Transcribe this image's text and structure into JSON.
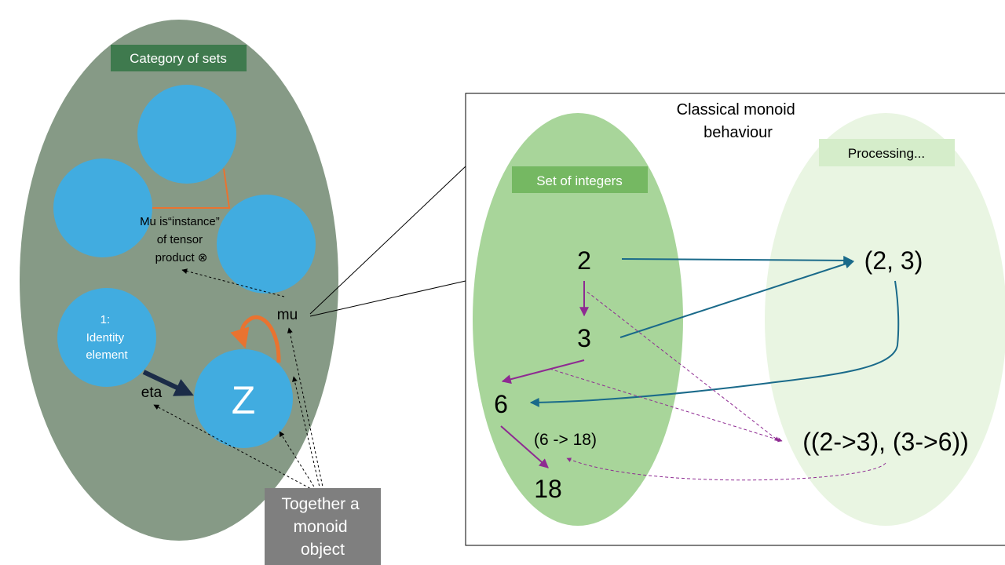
{
  "left_panel": {
    "category_label": "Category of sets",
    "mu_note": [
      "Mu is“instance”",
      "of tensor",
      "product ⊗"
    ],
    "identity_circle": [
      "1:",
      "Identity",
      "element"
    ],
    "z_label": "Z",
    "mu_label": "mu",
    "eta_label": "eta",
    "together_box": [
      "Together a",
      "monoid",
      "object"
    ]
  },
  "right_panel": {
    "title": [
      "Classical monoid",
      "behaviour"
    ],
    "set_label": "Set of integers",
    "processing_label": "Processing...",
    "values": {
      "n2": "2",
      "n3": "3",
      "n6": "6",
      "n18": "18",
      "pair": "(2, 3)",
      "composed": "((2->3), (3->6))",
      "mapping": "(6 -> 18)"
    }
  },
  "colors": {
    "category_ellipse": "#869a86",
    "category_label_bg": "#3f7a4e",
    "circle_blue": "#41ace0",
    "mu_arrow_orange": "#e97330",
    "eta_arrow_navy": "#1b2c48",
    "together_box_bg": "#7f7f7f",
    "set_ellipse": "#a8d59a",
    "set_label_bg": "#75b862",
    "processing_ellipse": "#e9f5e2",
    "processing_label_bg": "#d5edca",
    "teal_arrow": "#1a6a8a",
    "purple_arrow": "#8e2a92"
  }
}
